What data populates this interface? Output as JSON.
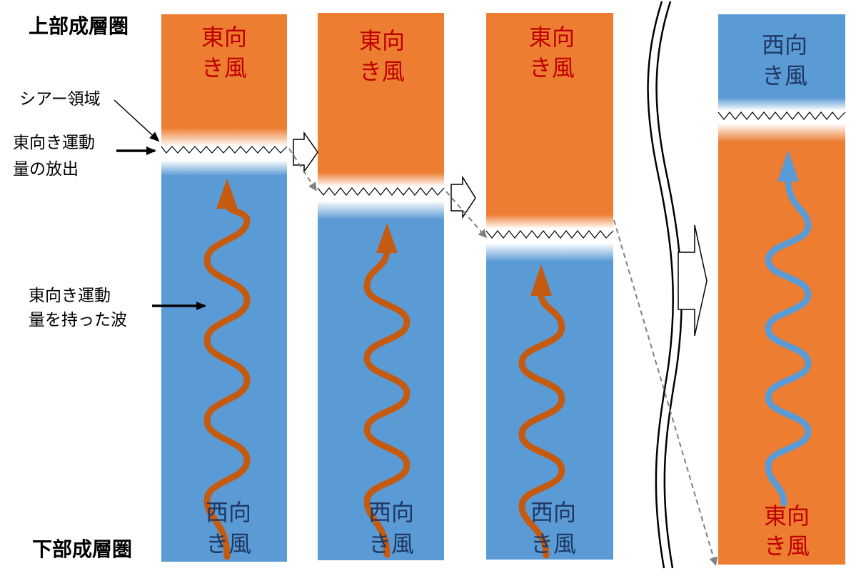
{
  "labels": {
    "upper_stratosphere": "上部成層圏",
    "lower_stratosphere": "下部成層圏",
    "shear_region": "シアー領域",
    "momentum_release_line1": "東向き運動",
    "momentum_release_line2": "量の放出",
    "wave_line1": "東向き運動",
    "wave_line2": "量を持った波"
  },
  "columns": [
    {
      "top_line1": "東向",
      "top_line2": "き風",
      "bottom_line1": "西向",
      "bottom_line2": "き風"
    },
    {
      "top_line1": "東向",
      "top_line2": "き風",
      "bottom_line1": "西向",
      "bottom_line2": "き風"
    },
    {
      "top_line1": "東向",
      "top_line2": "き風",
      "bottom_line1": "西向",
      "bottom_line2": "き風"
    },
    {
      "top_line1": "西向",
      "top_line2": "き風",
      "bottom_line1": "東向",
      "bottom_line2": "き風"
    }
  ],
  "colors": {
    "eastward_wind": "#ED7D31",
    "westward_wind": "#5B9BD5",
    "eastward_text": "#C00000",
    "westward_text": "#1F3864",
    "eastward_wave": "#C55A11",
    "westward_wave": "#5B9BD5"
  }
}
